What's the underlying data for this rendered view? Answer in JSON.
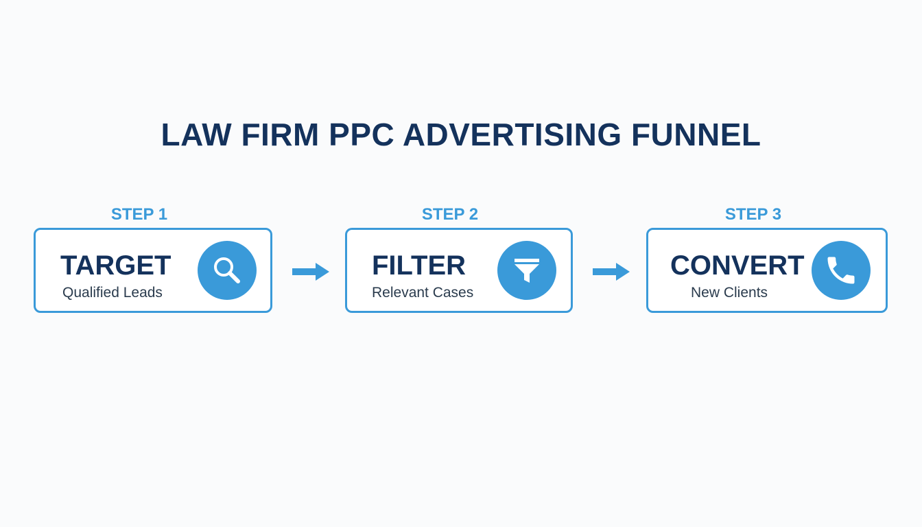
{
  "title": "LAW FIRM PPC ADVERTISING FUNNEL",
  "colors": {
    "title": "#14325c",
    "accent": "#3a9ad9",
    "card_text": "#14325c",
    "subtext": "#2a3b4d",
    "background": "#fafbfc"
  },
  "steps": [
    {
      "label": "STEP 1",
      "title": "TARGET",
      "subtitle": "Qualified Leads",
      "icon": "search-icon"
    },
    {
      "label": "STEP 2",
      "title": "FILTER",
      "subtitle": "Relevant Cases",
      "icon": "funnel-icon"
    },
    {
      "label": "STEP 3",
      "title": "CONVERT",
      "subtitle": "New Clients",
      "icon": "phone-icon"
    }
  ]
}
